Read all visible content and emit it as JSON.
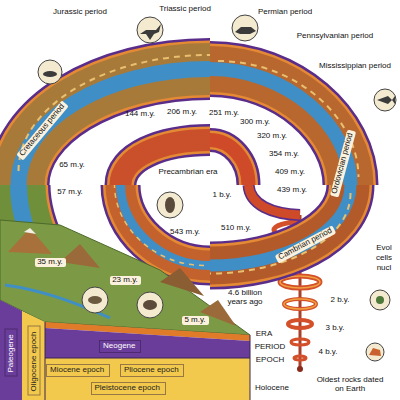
{
  "diagram": {
    "nodes": [
      {
        "text": [
          "Paleogene"
        ]
      },
      {
        "text": [
          "Oligocene epoch"
        ]
      },
      {
        "text": [
          "Neogene"
        ]
      },
      {
        "text": [
          "Miocene epoch"
        ]
      },
      {
        "text": [
          "Pliocene epoch"
        ]
      },
      {
        "text": [
          "Pleistocene epoch"
        ]
      }
    ],
    "labels": [
      "Jurassic period",
      "Triassic period",
      "Permian period",
      "Pennsylvanian period",
      "Mississippian period",
      "Cretaceous period",
      "144 m.y.",
      "206 m.y.",
      "251 m.y.",
      "300 m.y.",
      "320 m.y.",
      "354 m.y.",
      "409 m.y.",
      "439 m.y.",
      "Ordovician period",
      "Cambrian period",
      "65 m.y.",
      "57 m.y.",
      "35 m.y.",
      "23 m.y.",
      "5 m.y.",
      "Precambrian era",
      "543 m.y.",
      "510 m.y.",
      "1 b.y.",
      "Evol",
      "cells",
      "nucl",
      "2 b.y.",
      "3 b.y.",
      "4 b.y.",
      "4.6 billion years ago",
      "Oldest rocks dated on Earth",
      "ERA",
      "PERIOD",
      "EPOCH",
      "Holocene"
    ]
  }
}
